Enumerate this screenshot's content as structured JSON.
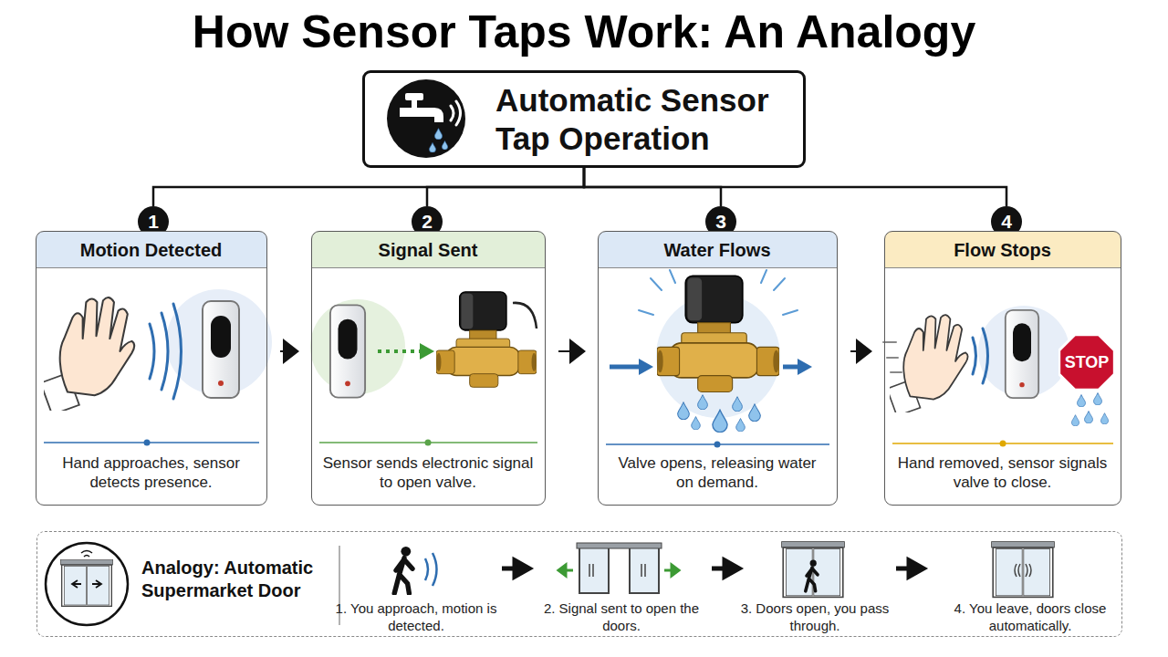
{
  "diagram": {
    "title": "How Sensor Taps Work: An Analogy",
    "nodes": [
      {
        "text": [
          "Automatic Sensor Tap Operation"
        ]
      },
      {
        "text": [
          "1"
        ]
      },
      {
        "text": [
          "Motion Detected",
          "Hand approaches, sensor detects presence."
        ]
      },
      {
        "text": [
          "2"
        ]
      },
      {
        "text": [
          "Signal Sent",
          "Sensor sends electronic signal to open valve."
        ]
      },
      {
        "text": [
          "3"
        ]
      },
      {
        "text": [
          "Water Flows",
          "Valve opens, releasing water on demand."
        ]
      },
      {
        "text": [
          "4"
        ]
      },
      {
        "text": [
          "Flow Stops",
          "Hand removed, sensor signals valve to close."
        ]
      },
      {
        "text": [
          "STOP"
        ],
        "in": 8
      },
      {
        "text": [
          "Analogy: Automatic Supermarket Door",
          "1. You approach, motion is detected.",
          "2. Signal sent to open the doors.",
          "3. Doors open, you pass through.",
          "4. You leave, doors close automatically."
        ]
      }
    ],
    "edges": [
      {
        "from": 0,
        "to": 1,
        "arrow": "none"
      },
      {
        "from": 0,
        "to": 3,
        "arrow": "none"
      },
      {
        "from": 0,
        "to": 5,
        "arrow": "none"
      },
      {
        "from": 0,
        "to": 7,
        "arrow": "none"
      },
      {
        "from": 2,
        "to": 4,
        "arrow": "to"
      },
      {
        "from": 4,
        "to": 6,
        "arrow": "to"
      },
      {
        "from": 6,
        "to": 8,
        "arrow": "to"
      }
    ]
  }
}
